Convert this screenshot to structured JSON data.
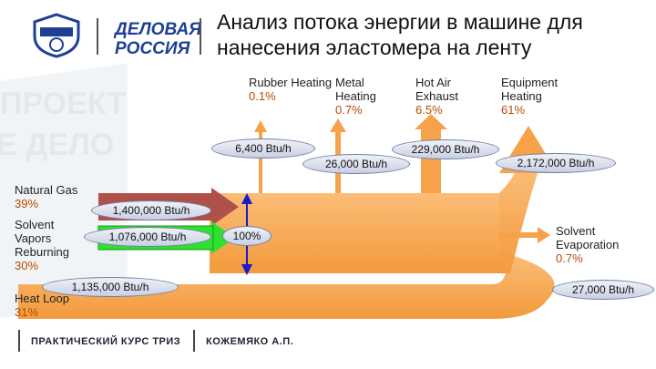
{
  "header": {
    "title": "Анализ потока энергии в машине для нанесения эластомера на ленту",
    "logo_text_line1": "ДЕЛОВАЯ",
    "logo_text_line2": "РОССИЯ"
  },
  "outputs_top": [
    {
      "name": "Rubber Heating",
      "pct": "0.1%"
    },
    {
      "name": "Metal Heating",
      "pct": "0.7%"
    },
    {
      "name": "Hot Air Exhaust",
      "pct": "6.5%"
    },
    {
      "name": "Equipment Heating",
      "pct": "61%"
    }
  ],
  "inputs": [
    {
      "name": "Natural Gas",
      "pct": "39%"
    },
    {
      "name": "Solvent Vapors Reburning",
      "pct": "30%"
    },
    {
      "name": "Heat Loop",
      "pct": "31%"
    }
  ],
  "solvent_evaporation": {
    "name": "Solvent Evaporation",
    "pct": "0.7%"
  },
  "center_label": "100%",
  "flows": {
    "rubber": "6,400 Btu/h",
    "metal": "26,000 Btu/h",
    "hot_air": "229,000 Btu/h",
    "equipment": "2,172,000 Btu/h",
    "natural_gas": "1,400,000 Btu/h",
    "solvent_vapors": "1,076,000 Btu/h",
    "heat_loop": "1,135,000 Btu/h",
    "solvent_evap": "27,000 Btu/h"
  },
  "footer": {
    "left": "ПРАКТИЧЕСКИЙ КУРС ТРИЗ",
    "right": "КОЖЕМЯКО А.П."
  },
  "colors": {
    "flow_orange": "#f7a24a",
    "flow_orange_light": "#fbc07a",
    "natural_gas": "#b0504a",
    "solvent_green": "#2fe02f",
    "arrow_blue": "#1a1ac8"
  }
}
